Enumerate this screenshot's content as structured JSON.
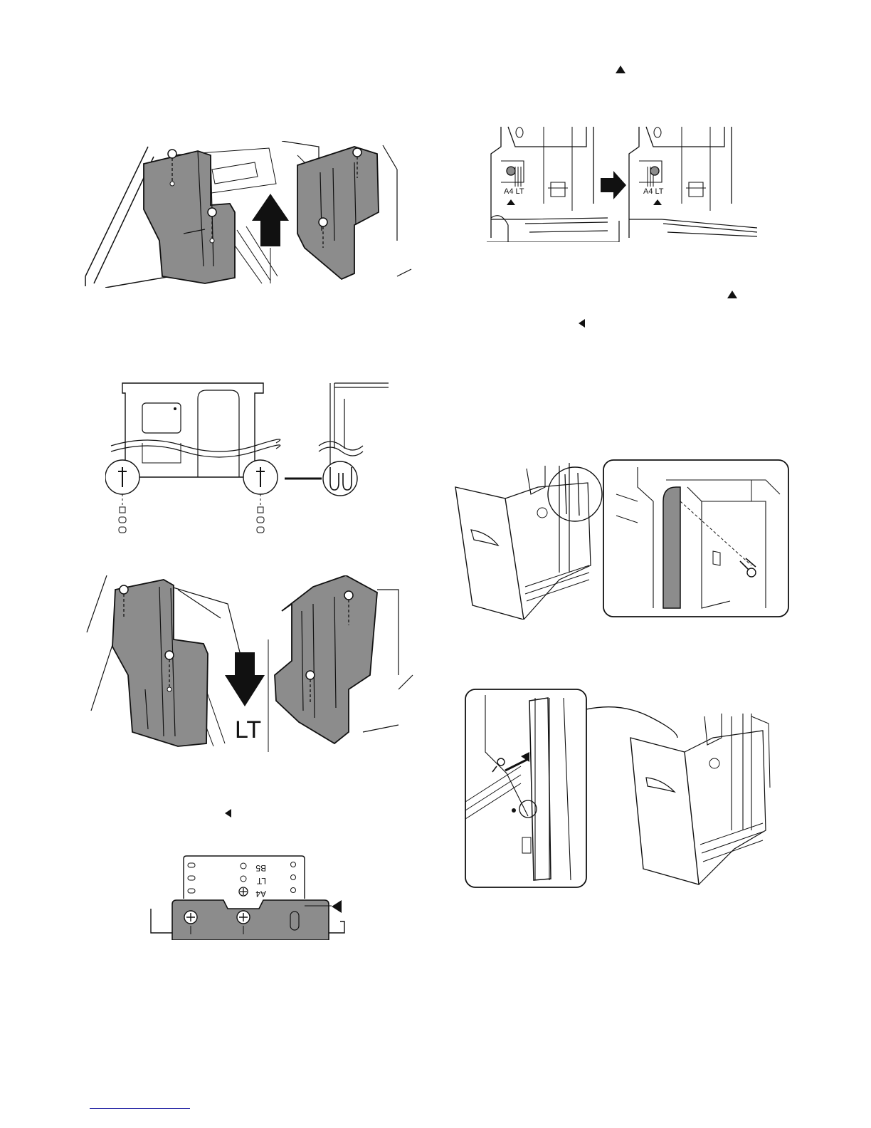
{
  "labels": {
    "a4": "A4",
    "lt": "LT",
    "b5": "B5",
    "a4_lt": "A4 LT",
    "lt_big": "LT"
  },
  "colors": {
    "panel_fill": "#8c8c8c",
    "line": "#111111",
    "footer_link": "#1a1aa0"
  },
  "icons": {
    "up_arrow": "arrow-up-icon",
    "down_arrow": "arrow-down-icon",
    "right_arrow": "arrow-right-icon",
    "marker_up": "triangle-up-icon",
    "marker_left": "triangle-left-icon",
    "screw": "screw-icon"
  }
}
